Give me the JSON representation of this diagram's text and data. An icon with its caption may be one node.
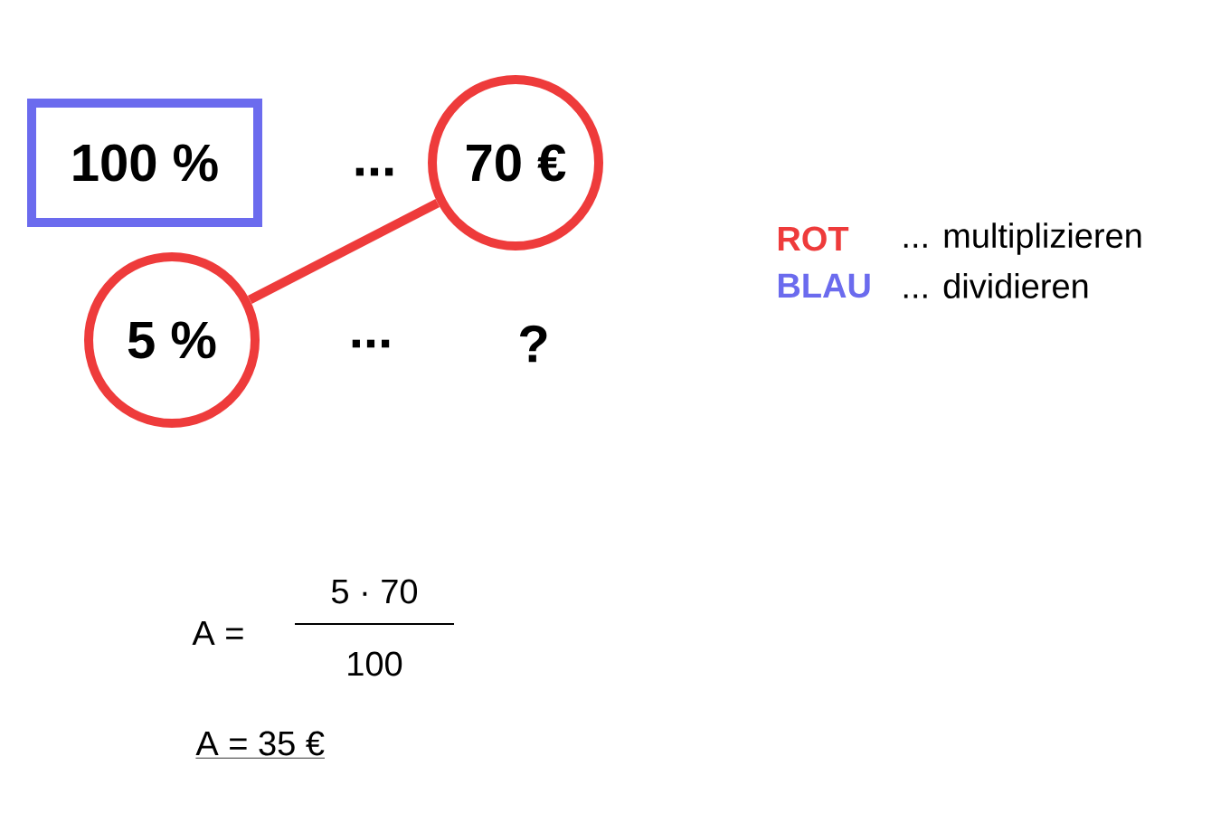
{
  "diagram": {
    "nodes": [
      {
        "text": [
          "100 %"
        ]
      },
      {
        "text": [
          "70 €"
        ]
      },
      {
        "text": [
          "5 %"
        ]
      }
    ],
    "edges": [
      {
        "from": 1,
        "to": 2,
        "arrow": "none",
        "color": "#ee3b3b"
      }
    ],
    "labels": [
      "...",
      "...",
      "?",
      "ROT",
      "... multiplizieren",
      "BLAU",
      "... dividieren",
      "A =",
      "5 · 70",
      "100",
      "A = 35 €"
    ]
  }
}
